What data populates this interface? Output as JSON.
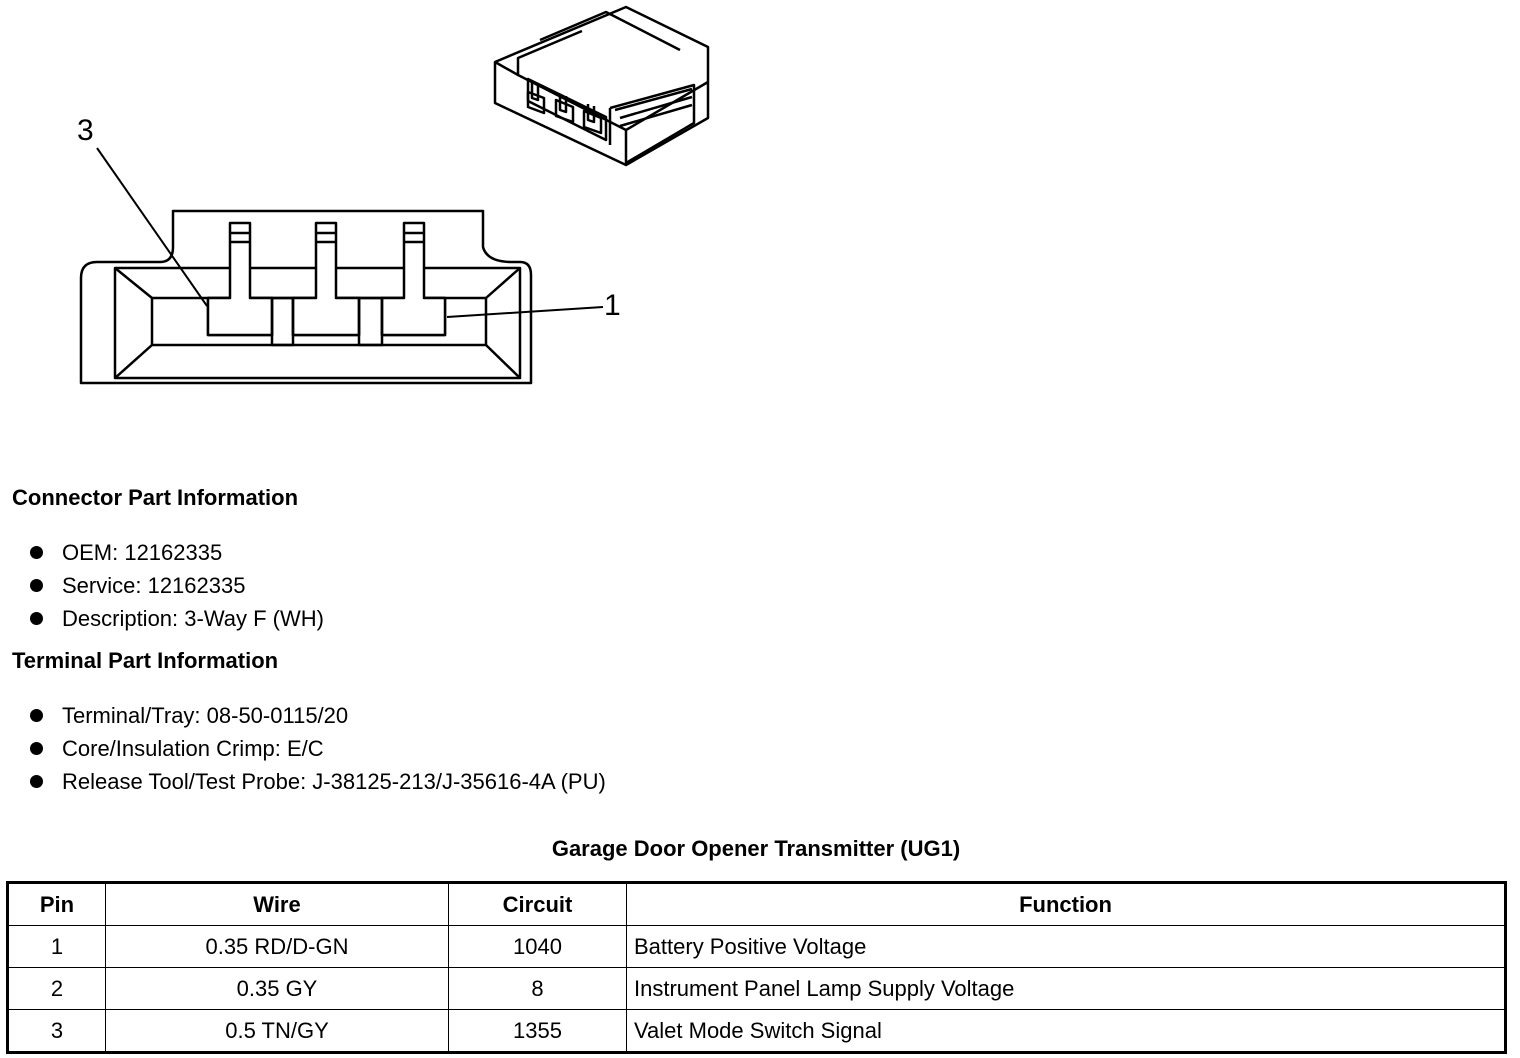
{
  "diagram": {
    "callout_3": "3",
    "callout_1": "1"
  },
  "connector_section": {
    "title": "Connector Part Information",
    "items": [
      "OEM: 12162335",
      "Service: 12162335",
      "Description: 3-Way F (WH)"
    ]
  },
  "terminal_section": {
    "title": "Terminal Part Information",
    "items": [
      "Terminal/Tray: 08-50-0115/20",
      "Core/Insulation Crimp: E/C",
      "Release Tool/Test Probe: J-38125-213/J-35616-4A (PU)"
    ]
  },
  "pin_table": {
    "title": "Garage Door Opener Transmitter (UG1)",
    "headers": [
      "Pin",
      "Wire",
      "Circuit",
      "Function"
    ],
    "rows": [
      [
        "1",
        "0.35 RD/D-GN",
        "1040",
        "Battery Positive Voltage"
      ],
      [
        "2",
        "0.35 GY",
        "8",
        "Instrument Panel Lamp Supply Voltage"
      ],
      [
        "3",
        "0.5 TN/GY",
        "1355",
        "Valet Mode Switch Signal"
      ]
    ]
  }
}
